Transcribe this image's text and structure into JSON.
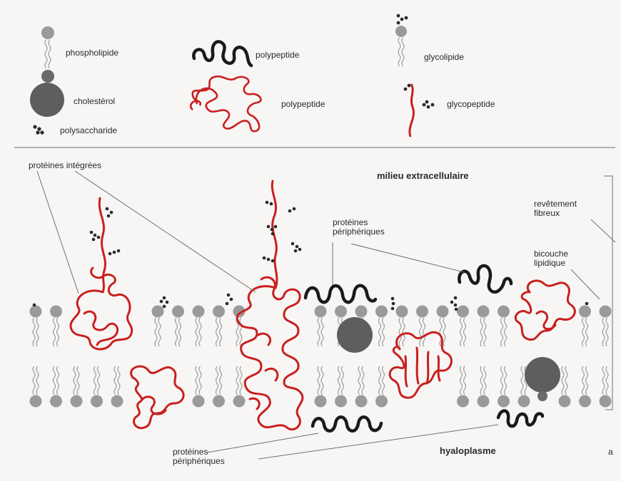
{
  "legend": {
    "phospholipide": "phospholipide",
    "cholesterol": "cholestérol",
    "polysaccharide": "polysaccharide",
    "polypeptide_folded": "polypeptide",
    "polypeptide_globular": "polypeptide",
    "glycolipide": "glycolipide",
    "glycopeptide": "glycopeptide"
  },
  "labels": {
    "proteines_integrees": "protéines intégrées",
    "milieu_extracellulaire": "milieu extracellulaire",
    "revetement_fibreux": "revêtement\nfibreux",
    "proteines_peripheriques_top": "protéines\npériphériques",
    "bicouche_lipidique": "bicouche\nlipidique",
    "proteines_peripheriques_bottom": "protéines\npériphériques",
    "hyaloplasme": "hyaloplasme",
    "panel_letter": "a"
  },
  "colors": {
    "protein": "#c8201e",
    "peripheral_protein": "#1a1a1a",
    "lipid_head": "#9a9a9a",
    "cholesterol": "#5e5e5e",
    "text": "#2a2a2a"
  }
}
